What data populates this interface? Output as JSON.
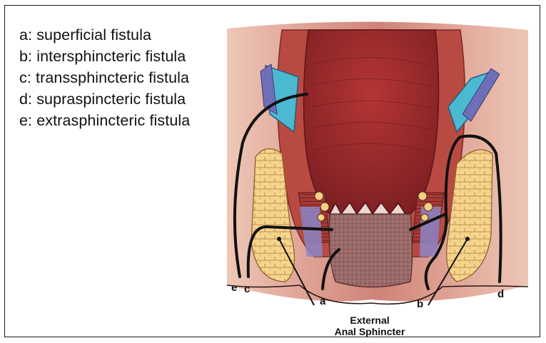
{
  "legend": [
    {
      "key": "a",
      "text": "a: superficial fistula"
    },
    {
      "key": "b",
      "text": "b: intersphincteric fistula"
    },
    {
      "key": "c",
      "text": "c: transsphincteric fistula"
    },
    {
      "key": "d",
      "text": "d: supraspincteric fistula"
    },
    {
      "key": "e",
      "text": "e: extrasphincteric fistula"
    }
  ],
  "labels": {
    "e": "e",
    "c": "c",
    "a": "a",
    "b": "b",
    "d": "d",
    "sphincter_line1": "External",
    "sphincter_line2": "Anal Sphincter"
  },
  "colors": {
    "muscle_wall": "#b8473f",
    "rectal_lumen": "#9e2b2b",
    "sphincter_fat": "#f4cf86",
    "levator": "#6f6fb8",
    "ischiorectal_fat": "#4bbad0",
    "anal_canal": "#8a5a5a",
    "fistula_tract": "#111111"
  }
}
